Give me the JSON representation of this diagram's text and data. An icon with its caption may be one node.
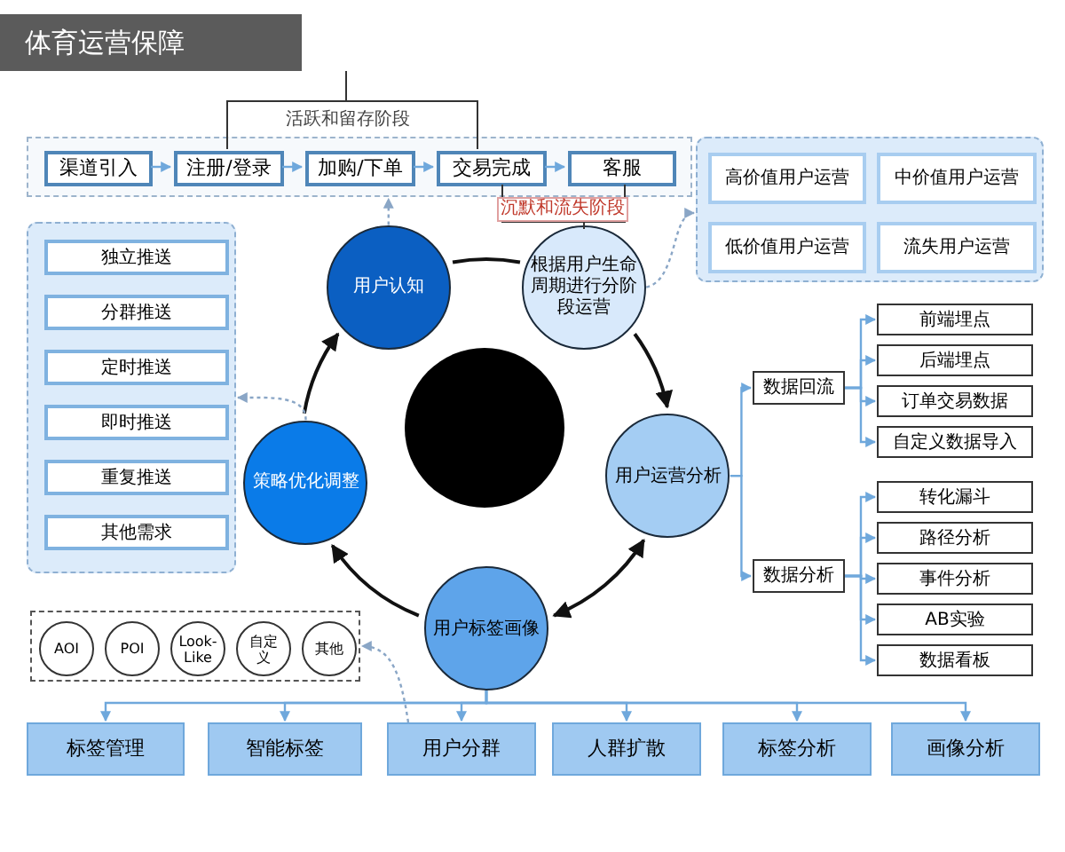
{
  "diagram": {
    "title": "体育运营保障",
    "nodes": [
      {
        "text": [],
        "shape": "box"
      },
      {
        "text": [
          "渠道引入"
        ],
        "in": 0
      },
      {
        "text": [
          "注册/登录"
        ],
        "in": 0
      },
      {
        "text": [
          "加购/下单"
        ],
        "in": 0
      },
      {
        "text": [
          "交易完成"
        ],
        "in": 0
      },
      {
        "text": [
          "客服"
        ],
        "in": 0
      },
      {
        "text": [],
        "shape": "box"
      },
      {
        "text": [
          "高价值用户运营"
        ],
        "in": 6
      },
      {
        "text": [
          "中价值用户运营"
        ],
        "in": 6
      },
      {
        "text": [
          "低价值用户运营"
        ],
        "in": 6
      },
      {
        "text": [
          "流失用户运营"
        ],
        "in": 6
      },
      {
        "text": [],
        "shape": "box"
      },
      {
        "text": [
          "独立推送"
        ],
        "in": 11
      },
      {
        "text": [
          "分群推送"
        ],
        "in": 11
      },
      {
        "text": [
          "定时推送"
        ],
        "in": 11
      },
      {
        "text": [
          "即时推送"
        ],
        "in": 11
      },
      {
        "text": [
          "重复推送"
        ],
        "in": 11
      },
      {
        "text": [
          "其他需求"
        ],
        "in": 11
      },
      {
        "text": [
          "用户认知"
        ]
      },
      {
        "text": [
          "根据用户生命周期进行分阶段运营"
        ]
      },
      {
        "text": [
          "用户运营分析"
        ]
      },
      {
        "text": [
          "用户标签画像"
        ]
      },
      {
        "text": [
          "策略优化调整"
        ]
      },
      {
        "text": [],
        "shape": "circle"
      },
      {
        "text": [
          "数据回流"
        ]
      },
      {
        "text": [
          "数据分析"
        ]
      },
      {
        "text": [
          "前端埋点"
        ]
      },
      {
        "text": [
          "后端埋点"
        ]
      },
      {
        "text": [
          "订单交易数据"
        ]
      },
      {
        "text": [
          "自定义数据导入"
        ]
      },
      {
        "text": [
          "转化漏斗"
        ]
      },
      {
        "text": [
          "路径分析"
        ]
      },
      {
        "text": [
          "事件分析"
        ]
      },
      {
        "text": [
          "AB实验"
        ]
      },
      {
        "text": [
          "数据看板"
        ]
      },
      {
        "text": [],
        "shape": "box"
      },
      {
        "text": [
          "AOI"
        ],
        "in": 35
      },
      {
        "text": [
          "POI"
        ],
        "in": 35
      },
      {
        "text": [
          "Look-Like"
        ],
        "in": 35
      },
      {
        "text": [
          "自定义"
        ],
        "in": 35
      },
      {
        "text": [
          "其他"
        ],
        "in": 35
      },
      {
        "text": [
          "标签管理"
        ]
      },
      {
        "text": [
          "智能标签"
        ]
      },
      {
        "text": [
          "用户分群"
        ]
      },
      {
        "text": [
          "人群扩散"
        ]
      },
      {
        "text": [
          "标签分析"
        ]
      },
      {
        "text": [
          "画像分析"
        ]
      }
    ],
    "edges": [
      {
        "from": 1,
        "to": 2,
        "arrow": "to"
      },
      {
        "from": 2,
        "to": 3,
        "arrow": "to"
      },
      {
        "from": 3,
        "to": 4,
        "arrow": "to"
      },
      {
        "from": 4,
        "to": 5,
        "arrow": "to"
      },
      {
        "from": 18,
        "to": 19,
        "arrow": "none",
        "color": "#111111"
      },
      {
        "from": 19,
        "to": 20,
        "arrow": "to",
        "color": "#111111"
      },
      {
        "from": 20,
        "to": 21,
        "arrow": "both",
        "color": "#111111"
      },
      {
        "from": 21,
        "to": 22,
        "arrow": "to",
        "color": "#111111"
      },
      {
        "from": 22,
        "to": 18,
        "arrow": "to",
        "color": "#111111"
      },
      {
        "from": 18,
        "to": 0,
        "arrow": "to",
        "style": "dashed"
      },
      {
        "from": 19,
        "to": 6,
        "arrow": "to",
        "style": "dashed"
      },
      {
        "from": 22,
        "to": 11,
        "arrow": "to",
        "style": "dashed"
      },
      {
        "from": 43,
        "to": 35,
        "arrow": "to",
        "style": "dashed"
      },
      {
        "from": 20,
        "to": 24,
        "arrow": "to"
      },
      {
        "from": 20,
        "to": 25,
        "arrow": "to"
      },
      {
        "from": 24,
        "to": 26,
        "arrow": "to"
      },
      {
        "from": 24,
        "to": 27,
        "arrow": "to"
      },
      {
        "from": 24,
        "to": 28,
        "arrow": "to"
      },
      {
        "from": 24,
        "to": 29,
        "arrow": "to"
      },
      {
        "from": 25,
        "to": 30,
        "arrow": "to"
      },
      {
        "from": 25,
        "to": 31,
        "arrow": "to"
      },
      {
        "from": 25,
        "to": 32,
        "arrow": "to"
      },
      {
        "from": 25,
        "to": 33,
        "arrow": "to"
      },
      {
        "from": 25,
        "to": 34,
        "arrow": "to"
      },
      {
        "from": 21,
        "to": 41,
        "arrow": "to"
      },
      {
        "from": 21,
        "to": 42,
        "arrow": "to"
      },
      {
        "from": 21,
        "to": 43,
        "arrow": "to"
      },
      {
        "from": 21,
        "to": 44,
        "arrow": "to"
      },
      {
        "from": 21,
        "to": 45,
        "arrow": "to"
      },
      {
        "from": 21,
        "to": 46,
        "arrow": "to"
      }
    ],
    "labels": [
      "活跃和留存阶段",
      "沉默和流失阶段"
    ]
  }
}
